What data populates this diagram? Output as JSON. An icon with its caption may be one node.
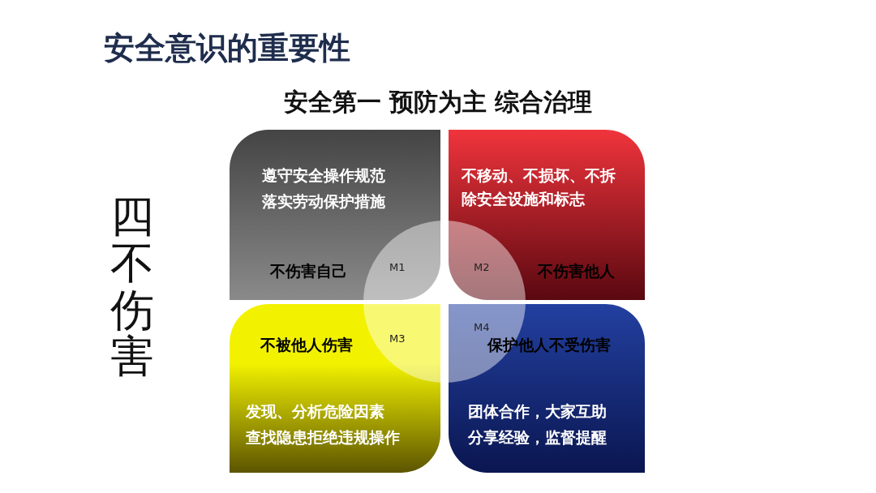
{
  "diagram": {
    "title": "安全意识的重要性",
    "nodes": [
      {
        "text": [
          "遵守安全操作规范",
          "落实劳动保护措施",
          "不伤害自己"
        ]
      },
      {
        "text": [
          "不移动、不损坏、不拆除安全设施和标志",
          "不伤害他人"
        ]
      },
      {
        "text": [
          "不被他人伤害",
          "发现、分析危险因素",
          "查找隐患拒绝违规操作"
        ]
      },
      {
        "text": [
          "保护他人不受伤害",
          "团体合作，大家互助",
          "分享经验，监督提醒"
        ]
      }
    ],
    "edges": [],
    "labels": [
      "安全第一 预防为主 综合治理",
      "四不伤害",
      "M1",
      "M2",
      "M3",
      "M4"
    ]
  }
}
